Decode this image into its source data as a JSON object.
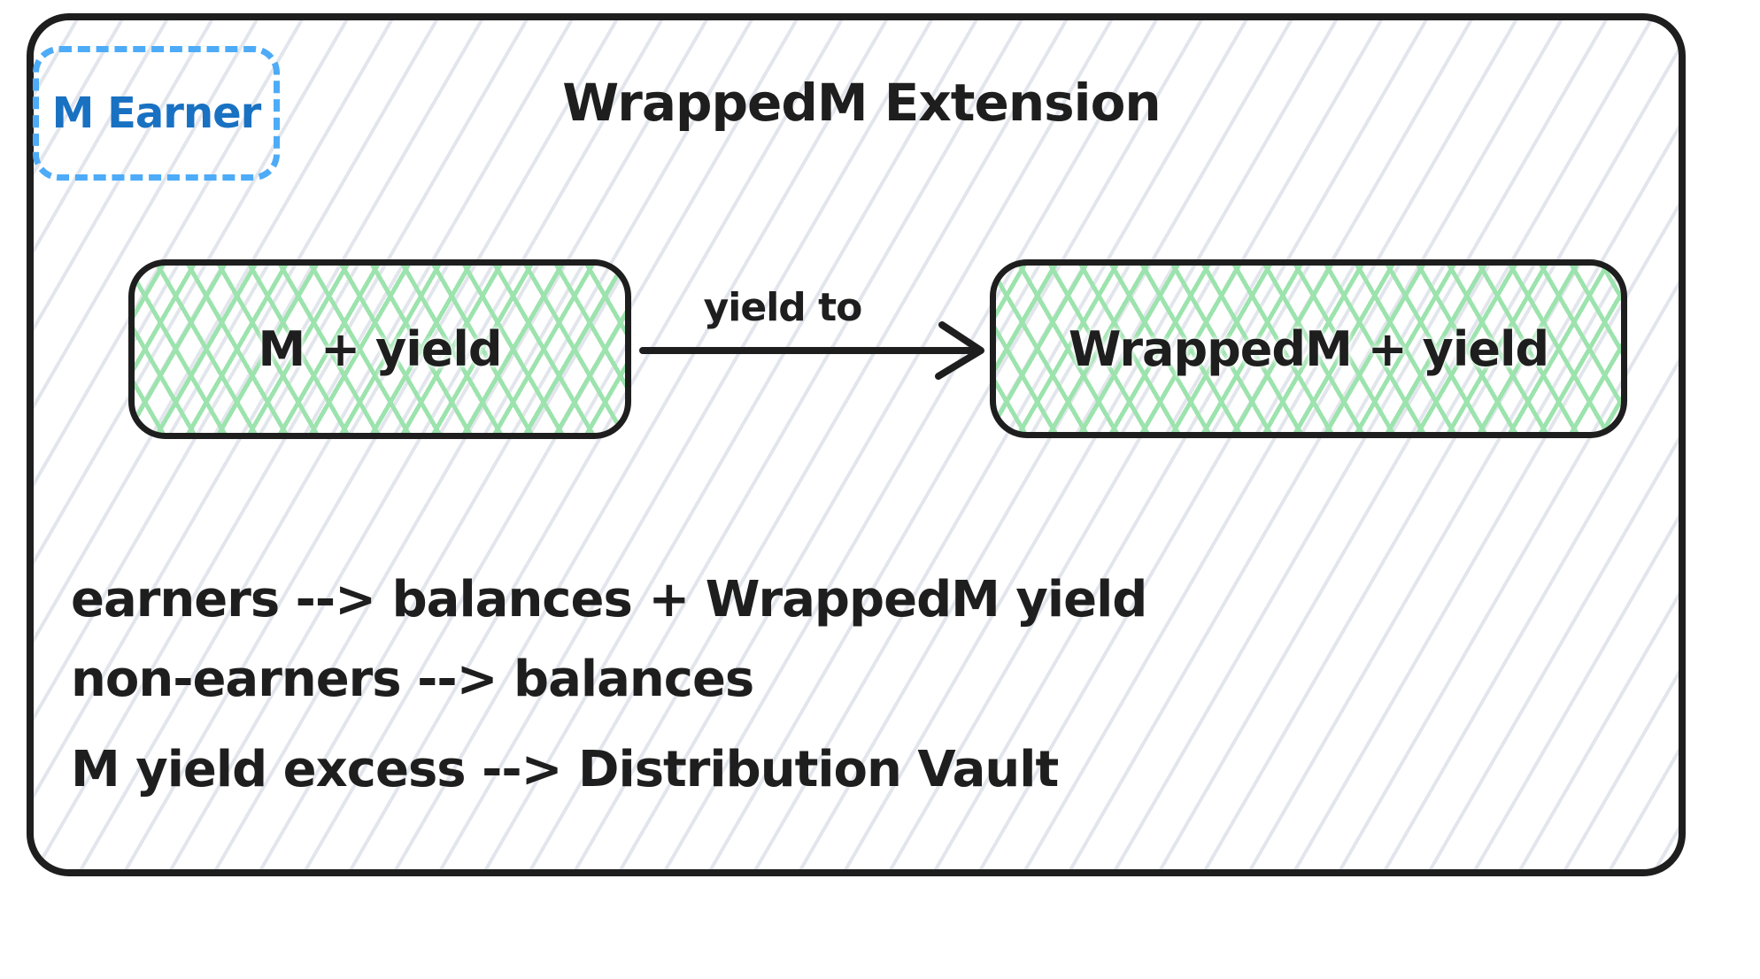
{
  "colors": {
    "ink": "#1e1e1e",
    "hatch_gray": "#e2e6ec",
    "hatch_green": "#9ce3ad",
    "dash_blue": "#4dabf7",
    "text_blue": "#1971c2"
  },
  "header": {
    "title": "WrappedM Extension"
  },
  "badge": {
    "label": "M Earner"
  },
  "nodes": {
    "left": {
      "label": "M + yield"
    },
    "right": {
      "label": "WrappedM + yield"
    }
  },
  "arrow": {
    "label": "yield to"
  },
  "notes": {
    "lines": [
      "earners --> balances + WrappedM yield",
      "non-earners --> balances",
      "M yield excess --> Distribution Vault"
    ]
  }
}
